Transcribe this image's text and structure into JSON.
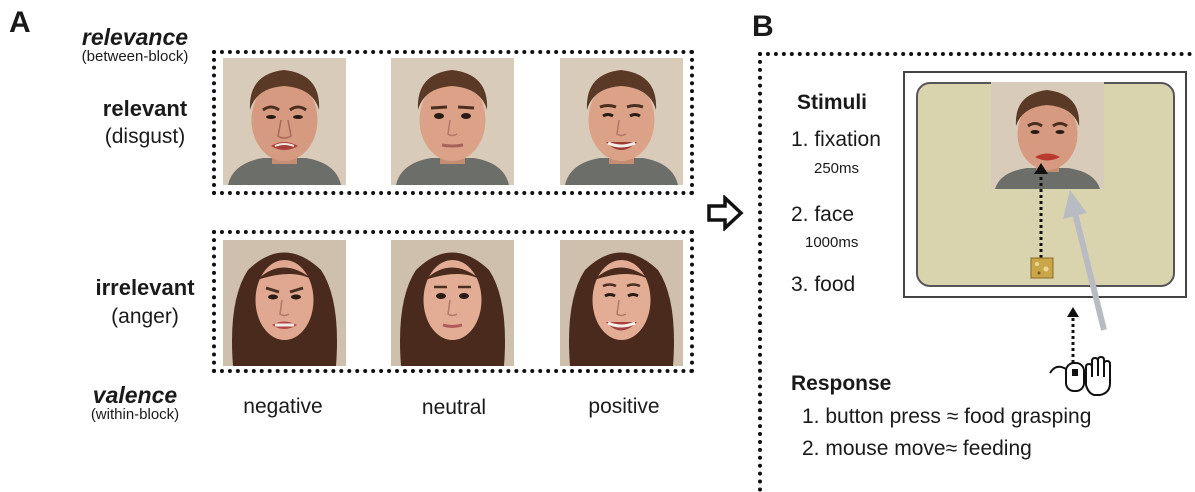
{
  "panel_a": {
    "letter": "A",
    "relevance_label": "relevance",
    "relevance_sub": "(between-block)",
    "rows": [
      {
        "label": "relevant",
        "sub": "(disgust)",
        "person": "male",
        "expressions": [
          "disgust",
          "neutral",
          "smile"
        ]
      },
      {
        "label": "irrelevant",
        "sub": "(anger)",
        "person": "female",
        "expressions": [
          "anger",
          "neutral",
          "smile"
        ]
      }
    ],
    "valence_label": "valence",
    "valence_sub": "(within-block)",
    "columns": [
      "negative",
      "neutral",
      "positive"
    ]
  },
  "arrow_icon": "outline-right-arrow",
  "panel_b": {
    "letter": "B",
    "stimuli_title": "Stimuli",
    "stimuli": [
      {
        "label": "1. fixation",
        "time": "250ms"
      },
      {
        "label": "2. face",
        "time": "1000ms"
      },
      {
        "label": "3. food",
        "time": ""
      }
    ],
    "response_title": "Response",
    "responses": [
      "1. button press ≈ food grasping",
      "2. mouse move≈ feeding"
    ],
    "colors": {
      "screen_bg": "#d9d4ae",
      "monitor_bg": "#ffffff",
      "food": "#c9a64a"
    }
  }
}
